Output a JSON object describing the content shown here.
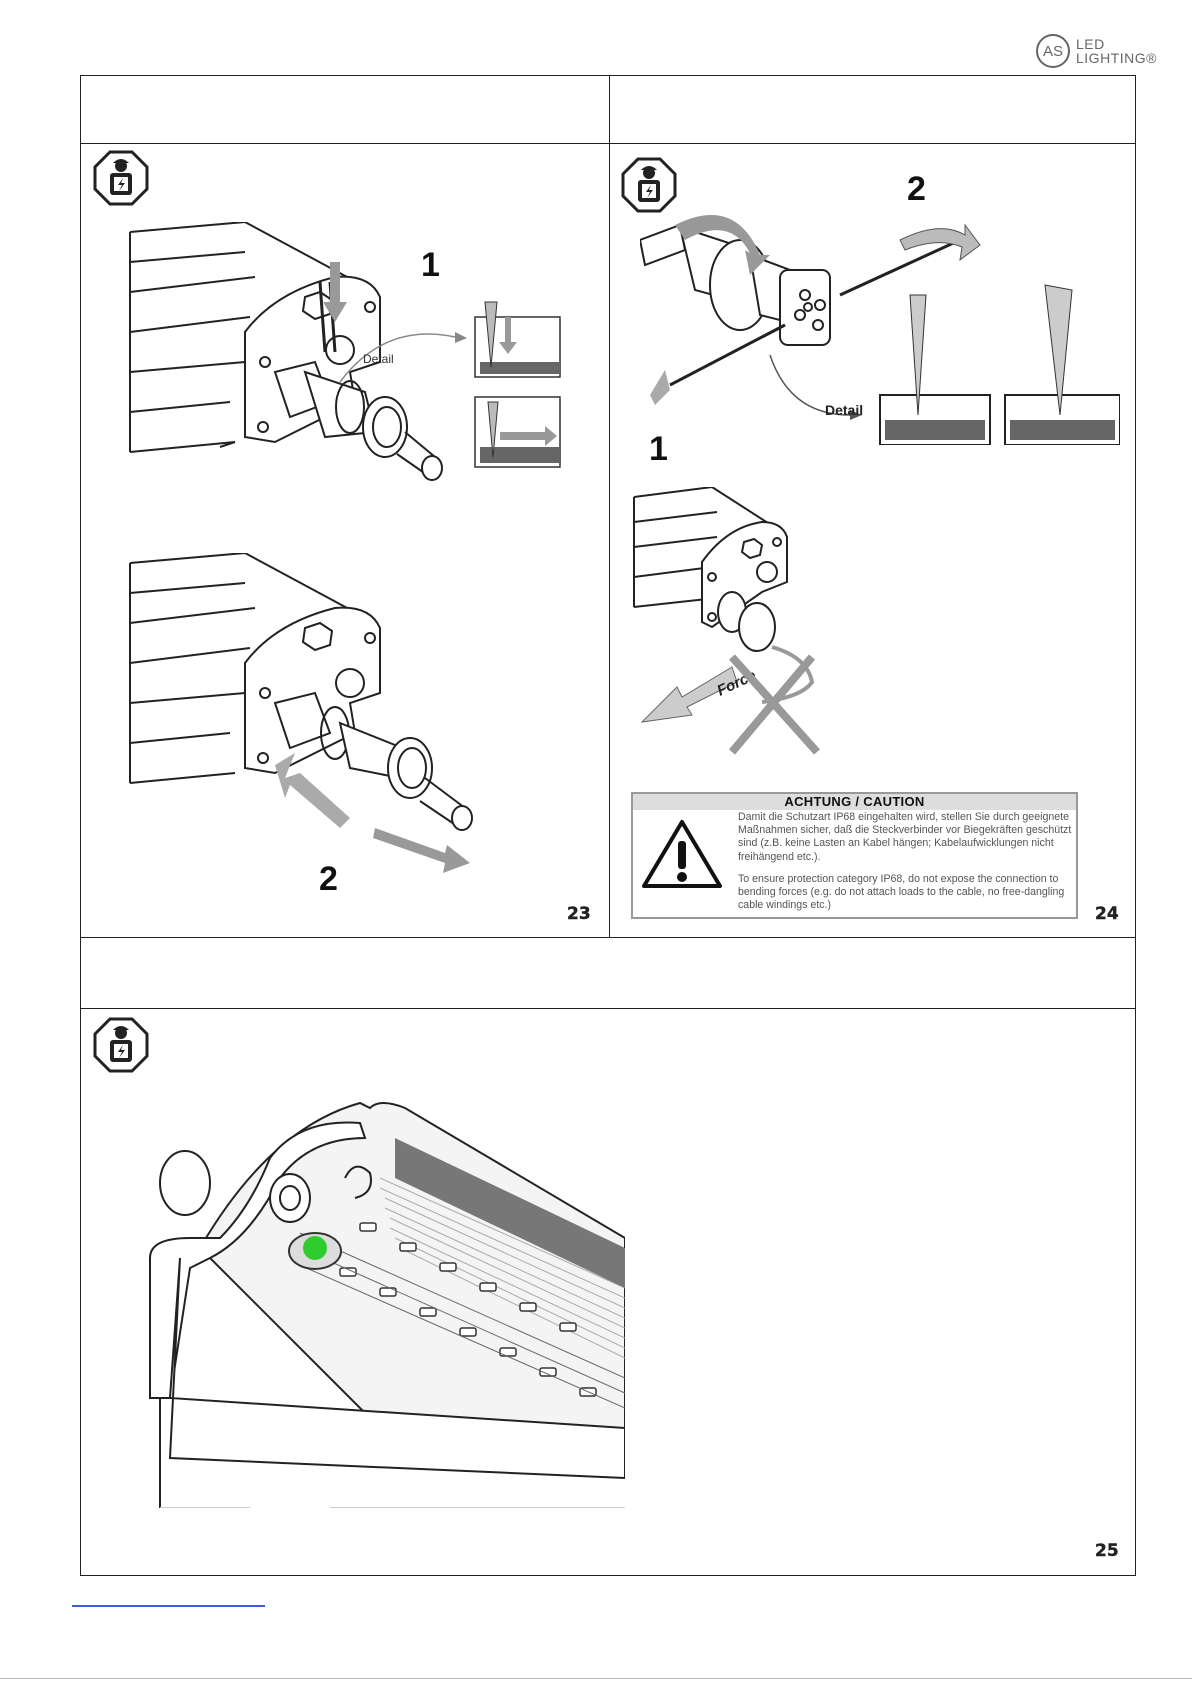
{
  "logo": {
    "mark": "AS",
    "line1": "LED",
    "line2": "LIGHTING®"
  },
  "icons": {
    "electrician": "electrician-icon",
    "warning": "warning-triangle-icon"
  },
  "panel23": {
    "step1": "1",
    "step2": "2",
    "detail_label": "Detail",
    "page": "23"
  },
  "panel24": {
    "step1": "1",
    "step2": "2",
    "detail_label": "Detail",
    "force_label": "Force",
    "page": "24",
    "caution": {
      "title": "ACHTUNG / CAUTION",
      "german": "Damit die Schutzart IP68 eingehalten wird, stellen Sie durch geeignete Maßnahmen sicher, daß die Steckverbinder vor Biegekräften geschützt sind (z.B. keine Lasten an Kabel hängen; Kabelaufwicklungen nicht freihängend etc.).",
      "english": "To ensure protection category IP68, do not expose the connection to bending forces (e.g. do not attach loads to the cable, no free-dangling cable windings etc.)"
    }
  },
  "panel25": {
    "page": "25",
    "indicator_color": "#2ecc2e"
  }
}
